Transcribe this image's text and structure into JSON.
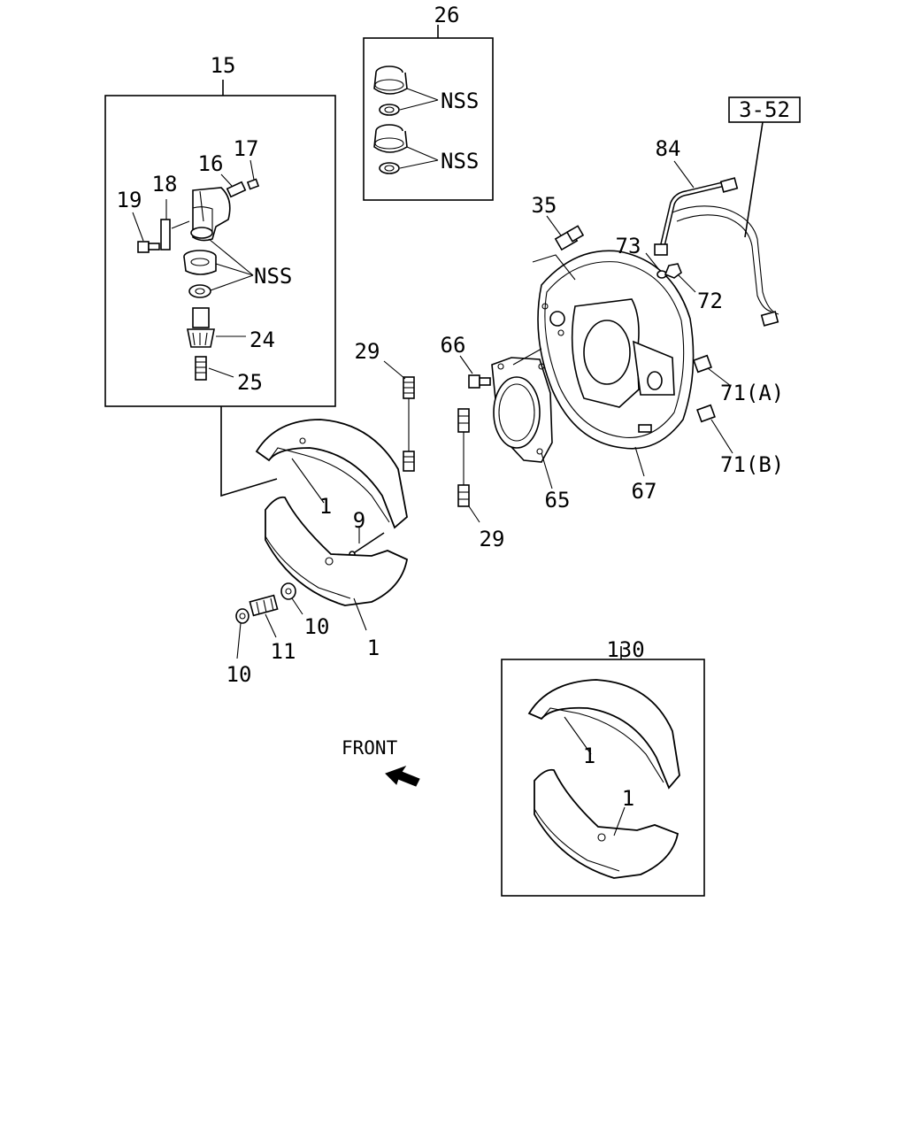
{
  "labels": {
    "c15": "15",
    "c16": "16",
    "c17": "17",
    "c18": "18",
    "c19": "19",
    "c24": "24",
    "c25": "25",
    "c26": "26",
    "nss1": "NSS",
    "nss2": "NSS",
    "nss3": "NSS",
    "c35": "35",
    "c352": "3-52",
    "c84": "84",
    "c73": "73",
    "c72": "72",
    "c71a": "71(A)",
    "c71b": "71(B)",
    "c66": "66",
    "c65": "65",
    "c67": "67",
    "c29a": "29",
    "c29b": "29",
    "c1a": "1",
    "c1b": "1",
    "c9": "9",
    "c10a": "10",
    "c10b": "10",
    "c11": "11",
    "c130": "130",
    "c1c": "1",
    "c1d": "1",
    "front": "FRONT"
  }
}
